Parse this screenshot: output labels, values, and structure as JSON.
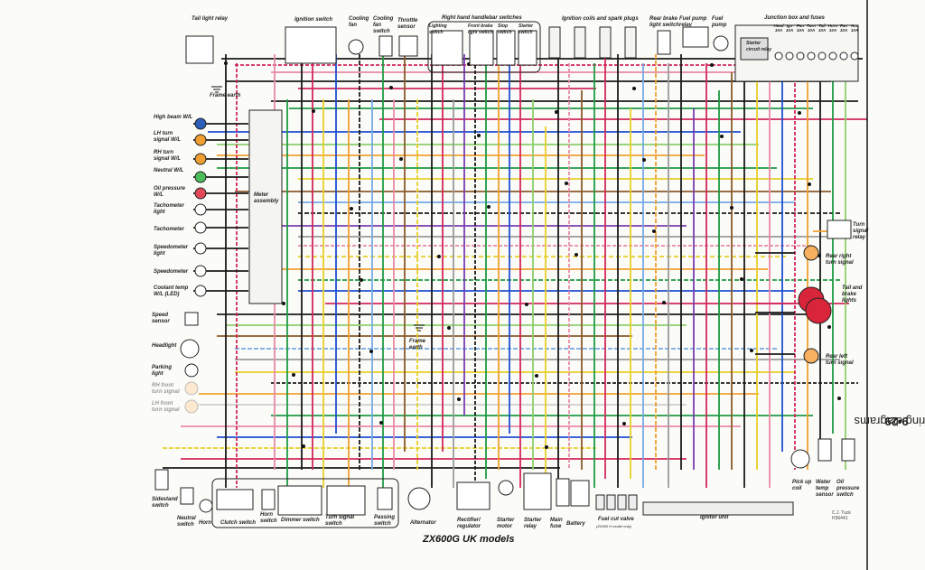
{
  "page": {
    "section_title": "Wiring diagrams",
    "page_number": "9•29",
    "model_title": "ZX600G UK models",
    "credit": "C.J. Tuck\nH36441"
  },
  "components": {
    "tail_light_relay": "Tail light relay",
    "frame_earth_top": "Frame earth",
    "ignition_switch": "Ignition switch",
    "cooling_fan": "Cooling fan",
    "cooling_fan_switch": "Cooling fan switch",
    "throttle_sensor": "Throttle sensor",
    "rh_handlebar_switches": "Right hand handlebar switches",
    "lighting_switch": "Lighting switch",
    "front_brake_switch": "Front brake light switch",
    "stop_switch": "Stop switch",
    "starter_switch": "Starter switch",
    "ignition_coils": "Ignition coils and spark plugs",
    "rear_brake_switch": "Rear brake light switch",
    "fuel_pump_relay": "Fuel pump relay",
    "fuel_pump": "Fuel pump",
    "junction_box": "Junction box and fuses",
    "starter_circuit_relay": "Starter circuit relay",
    "fuse_labels": [
      "Head 10A",
      "Ign 10A",
      "Fan 10A",
      "Turn 10A",
      "Tail 10A",
      "Horn 10A",
      "Fan 10A",
      "Acc 10A"
    ],
    "high_beam": "High beam W/L",
    "lh_turn_wl": "LH turn signal W/L",
    "rh_turn_wl": "RH turn signal W/L",
    "neutral_wl": "Neutral W/L",
    "oil_pressure_wl": "Oil pressure W/L",
    "tachometer_light": "Tachometer light",
    "tachometer": "Tachometer",
    "speedometer_light": "Speedometer light",
    "speedometer": "Speedometer",
    "coolant_temp_wl": "Coolant temp W/L (LED)",
    "meter_assembly": "Meter assembly",
    "speed_sensor": "Speed sensor",
    "headlight": "Headlight",
    "parking_light": "Parking light",
    "rh_front_turn": "RH front turn signal",
    "lh_front_turn": "LH front turn signal",
    "frame_earth_mid": "Frame earth",
    "turn_signal_relay": "Turn signal relay",
    "rear_right_turn": "Rear right turn signal",
    "tail_brake_lights": "Tail and brake lights",
    "rear_left_turn": "Rear left turn signal",
    "sidestand_switch": "Sidestand switch",
    "neutral_switch": "Neutral switch",
    "horn": "Horn",
    "clutch_switch": "Clutch switch",
    "horn_switch": "Horn switch",
    "dimmer_switch": "Dimmer switch",
    "turn_signal_switch": "Turn signal switch",
    "passing_switch": "Passing switch",
    "alternator": "Alternator",
    "rectifier_regulator": "Rectifier/ regulator",
    "starter_motor": "Starter motor",
    "starter_relay": "Starter relay",
    "main_fuse": "Main fuse",
    "battery": "Battery",
    "fuel_cut_valve": "Fuel cut valve",
    "fuel_cut_note": "(ZX600 H model only)",
    "ignitor_unit": "Ignitor unit",
    "pickup_coil": "Pick up coil",
    "water_temp_switch": "Water temp sensor",
    "oil_pressure_switch": "Oil pressure switch"
  }
}
